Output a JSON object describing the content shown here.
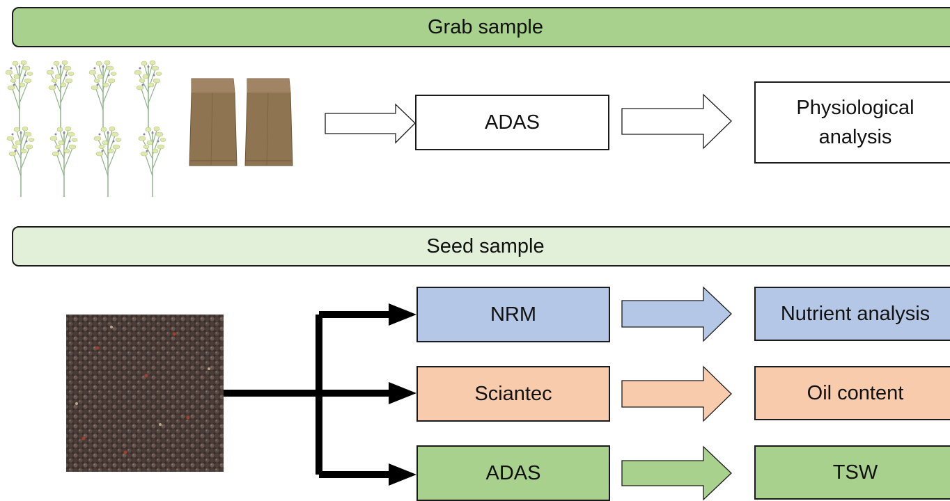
{
  "grab": {
    "title": "Grab sample",
    "adas_label": "ADAS",
    "result_label": "Physiological analysis"
  },
  "seed": {
    "title": "Seed sample",
    "rows": [
      {
        "lab": "NRM",
        "result": "Nutrient analysis",
        "color": "#b4c7e7"
      },
      {
        "lab": "Sciantec",
        "result": "Oil content",
        "color": "#f8cbad"
      },
      {
        "lab": "ADAS",
        "result": "TSW",
        "color": "#a9d18e"
      }
    ]
  },
  "colors": {
    "grab_banner": "#a9d18e",
    "seed_banner": "#e2f0d9",
    "nrm": "#b4c7e7",
    "sciantec": "#f8cbad",
    "adas": "#a9d18e"
  },
  "icons": [
    "oilseed-rape-plant-icon",
    "paper-bag-icon",
    "rapeseed-seeds-image"
  ]
}
